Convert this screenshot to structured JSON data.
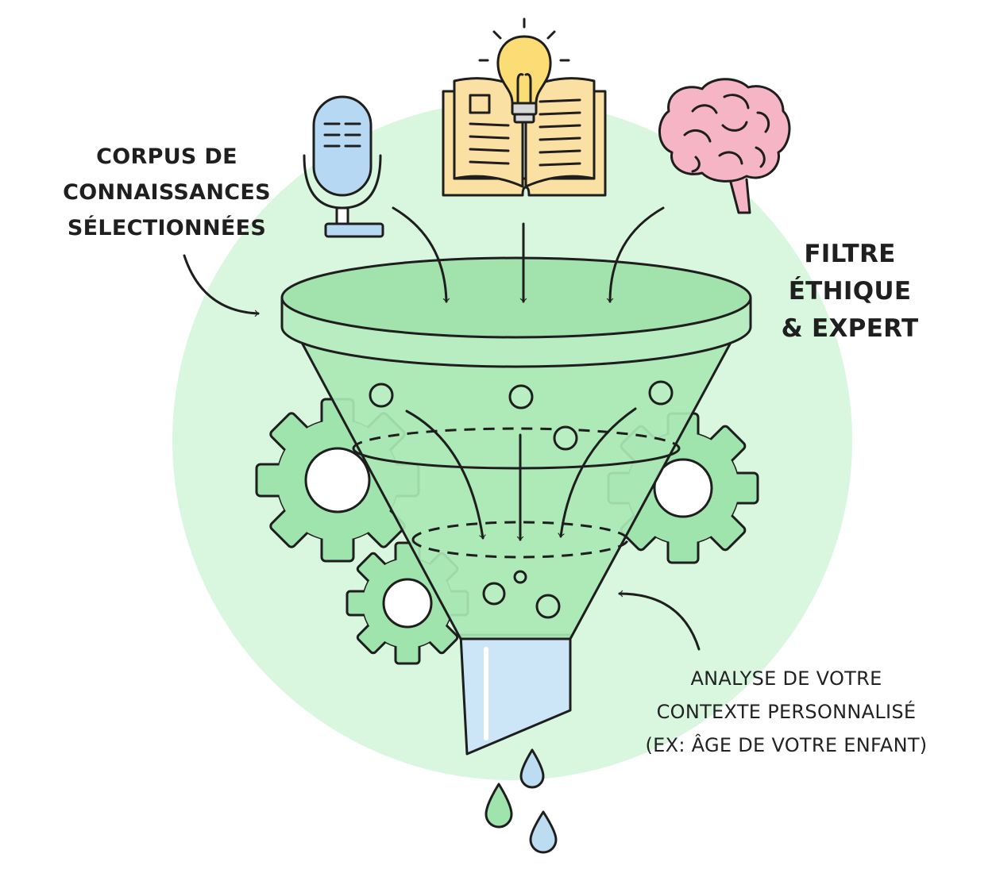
{
  "labels": {
    "corpus": [
      "CORPUS DE",
      "CONNAISSANCES",
      "SÉLECTIONNÉES"
    ],
    "filtre": [
      "FILTRE",
      "ÉTHIQUE",
      "& EXPERT"
    ],
    "analyse": [
      "ANALYSE DE VOTRE",
      "CONTEXTE PERSONNALISÉ",
      "(EX: ÂGE DE VOTRE ENFANT)"
    ]
  },
  "icons": {
    "source_left": "microphone-icon",
    "source_center": "book-with-lightbulb-icon",
    "source_right": "brain-icon",
    "process": "gear-icon",
    "output": "droplet-icon"
  },
  "colors": {
    "background_circle": "#d9f7df",
    "funnel_fill": "#a9e8b4",
    "gear_fill": "#9fe3ad",
    "spout_fill": "#cce6f7",
    "bulb": "#fcdc74",
    "book": "#fbe0a3",
    "brain": "#f6b5c4",
    "mic": "#b7d8f2",
    "stroke": "#1e1e1e"
  }
}
